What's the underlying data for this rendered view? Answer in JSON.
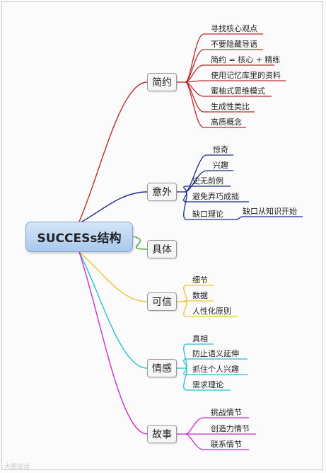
{
  "root": "SUCCESs结构",
  "branches": [
    {
      "label": "简约",
      "color": "#c0282d",
      "children": [
        "寻找核心观点",
        "不要隐藏导语",
        "简约 = 核心 + 精练",
        "使用记忆库里的资料",
        "蜜柚式思维模式",
        "生成性类比",
        "高质概念"
      ]
    },
    {
      "label": "意外",
      "color": "#1a2a8c",
      "children": [
        "惊奇",
        "兴趣",
        "史无前例",
        "避免弄巧成拙",
        "缺口理论"
      ],
      "subchild": "缺口从知识开始"
    },
    {
      "label": "具体",
      "color": "#3fa02c",
      "children": []
    },
    {
      "label": "可信",
      "color": "#e8c531",
      "children": [
        "细节",
        "数据",
        "人性化原则"
      ]
    },
    {
      "label": "情感",
      "color": "#29c0cc",
      "children": [
        "真相",
        "防止语义延伸",
        "抓住个人兴趣",
        "需求理论"
      ]
    },
    {
      "label": "故事",
      "color": "#cc2acc",
      "children": [
        "挑战情节",
        "创造力情节",
        "联系情节"
      ]
    }
  ],
  "watermark": "大图说话"
}
